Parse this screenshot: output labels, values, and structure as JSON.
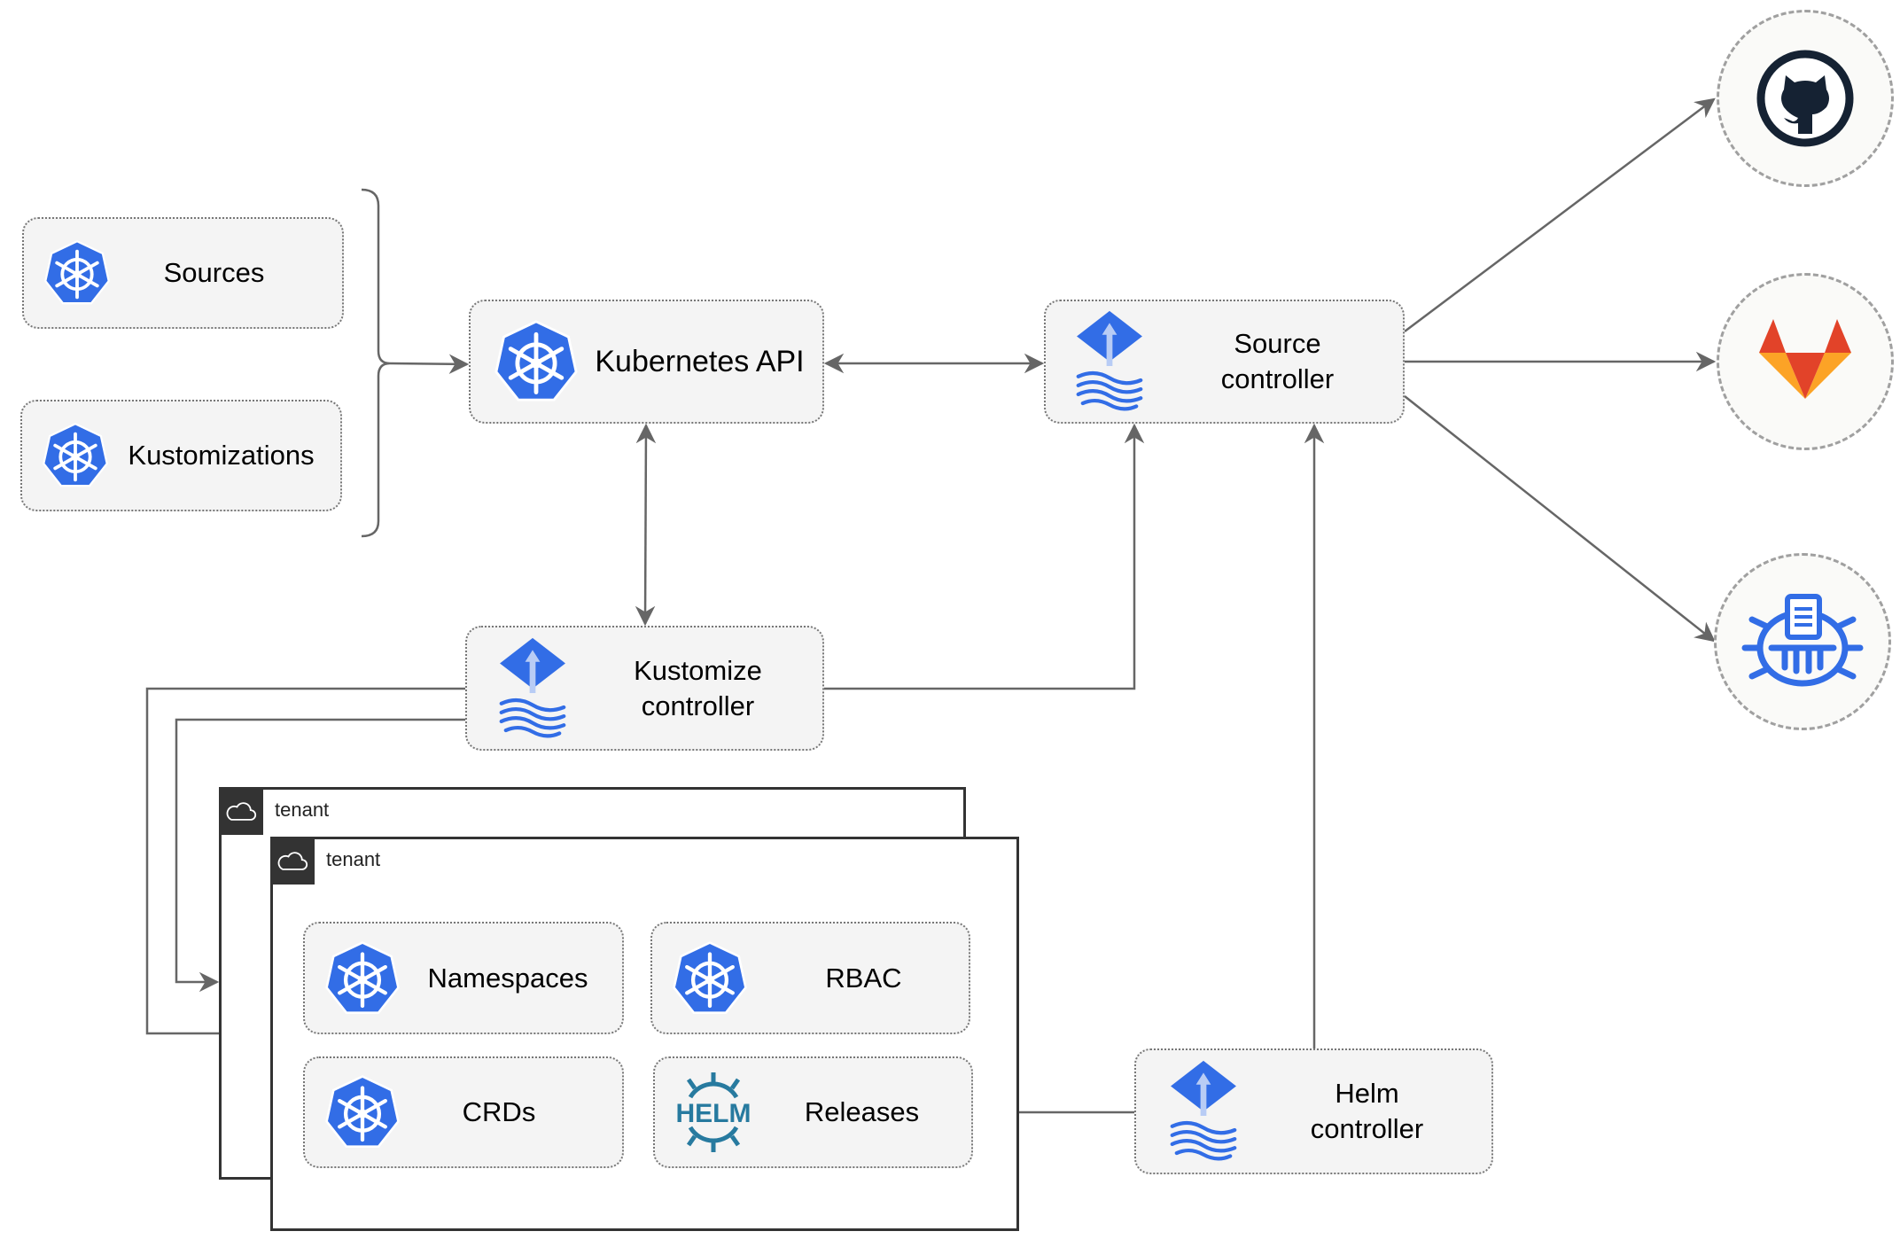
{
  "inputs": {
    "sources": {
      "label": "Sources",
      "icon": "kubernetes-icon"
    },
    "kustomizations": {
      "label": "Kustomizations",
      "icon": "kubernetes-icon"
    }
  },
  "kubernetes_api": {
    "label": "Kubernetes API",
    "icon": "kubernetes-icon"
  },
  "source_controller": {
    "line1": "Source",
    "line2": "controller",
    "icon": "flux-icon"
  },
  "kustomize_controller": {
    "line1": "Kustomize",
    "line2": "controller",
    "icon": "flux-icon"
  },
  "helm_controller": {
    "line1": "Helm",
    "line2": "controller",
    "icon": "flux-icon"
  },
  "tenants": [
    {
      "label": "tenant",
      "icon": "cloud-icon"
    },
    {
      "label": "tenant",
      "icon": "cloud-icon"
    }
  ],
  "tenant_resources": {
    "namespaces": {
      "label": "Namespaces",
      "icon": "kubernetes-icon"
    },
    "rbac": {
      "label": "RBAC",
      "icon": "kubernetes-icon"
    },
    "crds": {
      "label": "CRDs",
      "icon": "kubernetes-icon"
    },
    "releases": {
      "label": "Releases",
      "icon": "helm-icon",
      "logo_text": "HELM"
    }
  },
  "external_sources": [
    {
      "icon": "github-icon"
    },
    {
      "icon": "gitlab-icon"
    },
    {
      "icon": "bucket-icon"
    }
  ],
  "colors": {
    "kubernetes_blue": "#326de6",
    "helm_teal": "#277a9f",
    "gitlab_orange": "#e24329",
    "github_dark": "#152233",
    "line": "#666666"
  }
}
